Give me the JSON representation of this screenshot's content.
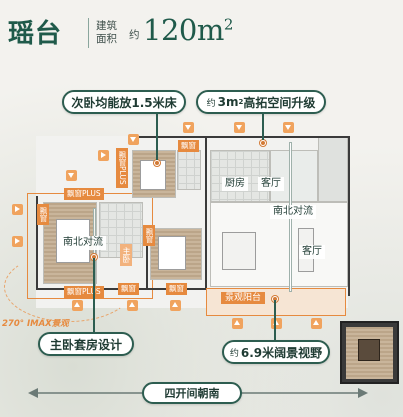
{
  "header": {
    "title": "瑶台",
    "label_line1": "建筑",
    "label_line2": "面积",
    "approx": "约",
    "area_value": "120m",
    "area_sup": "2"
  },
  "callouts": {
    "top_left": "次卧均能放1.5米床",
    "top_right_prefix": "约",
    "top_right_main": "3m",
    "top_right_sup": "2",
    "top_right_suffix": "高拓空间升级",
    "bottom_left": "主卧套房设计",
    "bottom_right_prefix": "约",
    "bottom_right_main": "6.9米阔景视野",
    "bottom_center": "四开间朝南"
  },
  "plan": {
    "bay_plus_1": "飘窗PLUS",
    "bay_plus_2": "飘窗PLUS",
    "bay_plus_3": "飘窗PLUS",
    "bay_1": "飘窗",
    "bay_2": "飘窗",
    "bay_3": "飘窗",
    "bay_4": "飘窗",
    "bay_5": "飘窗",
    "kitchen": "厨房",
    "living": "客厅",
    "dining": "客厅",
    "ns_flow_left": "南北对流",
    "ns_flow_right": "南北对流",
    "master": "主卧",
    "balcony": "景观阳台",
    "imax": "270° IMAX景观"
  }
}
